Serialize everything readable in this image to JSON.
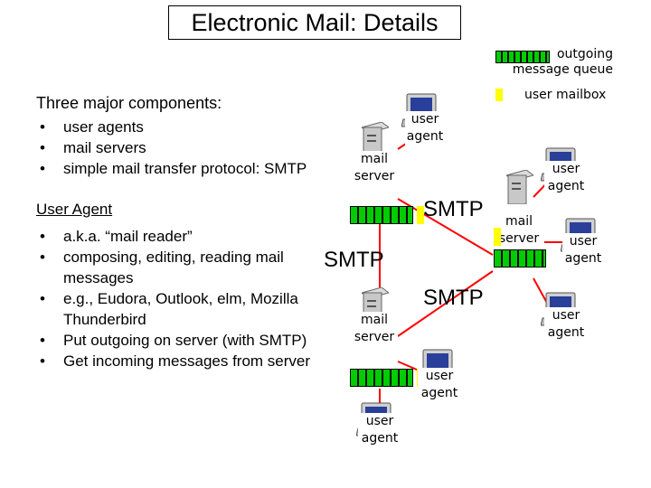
{
  "title": "Electronic Mail: Details",
  "legend": {
    "queue_label": "outgoing message queue",
    "mailbox_label": "user mailbox",
    "queue_icon": "outgoing-queue-icon",
    "mailbox_icon": "user-mailbox-icon",
    "colors": {
      "queue": "#00cc00",
      "mailbox": "#ffff00",
      "link": "#ff0000"
    }
  },
  "components": {
    "heading": "Three major components:",
    "items": [
      "user agents",
      "mail servers",
      "simple mail transfer protocol: SMTP"
    ]
  },
  "user_agent": {
    "heading": "User Agent",
    "items": [
      "a.k.a. “mail reader”",
      "composing, editing, reading mail messages",
      "e.g., Eudora, Outlook, elm, Mozilla Thunderbird",
      "Put outgoing on server (with SMTP)",
      "Get incoming messages from server"
    ]
  },
  "diagram": {
    "user_agent_label": "user agent",
    "mail_server_label": "mail server",
    "smtp_label": "SMTP",
    "pc_icon": "pc-icon",
    "server_icon": "server-tower-icon"
  }
}
